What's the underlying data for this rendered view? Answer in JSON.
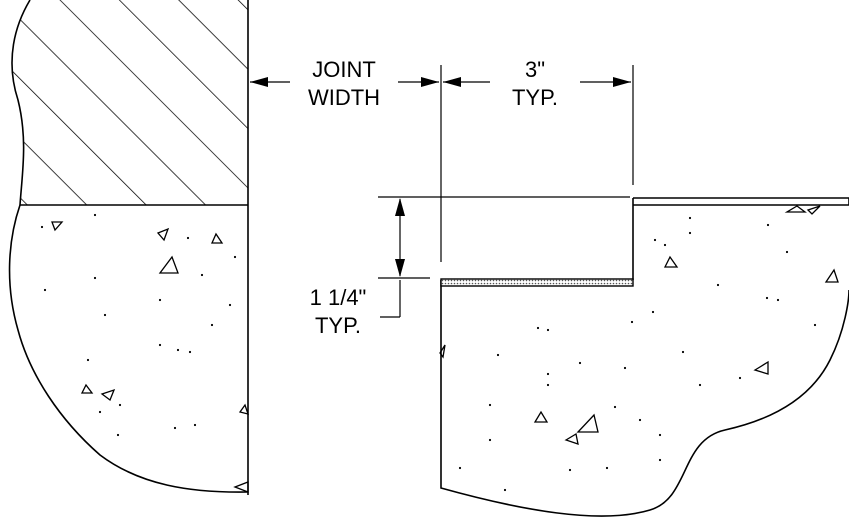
{
  "labels": {
    "joint_width_line1": "JOINT",
    "joint_width_line2": "WIDTH",
    "spacing_line1": "3\"",
    "spacing_line2": "TYP.",
    "depth_line1": "1 1/4\"",
    "depth_line2": "TYP."
  },
  "colors": {
    "ink": "#000000",
    "background": "#ffffff",
    "sealant_fill": "#bdbdbd"
  }
}
